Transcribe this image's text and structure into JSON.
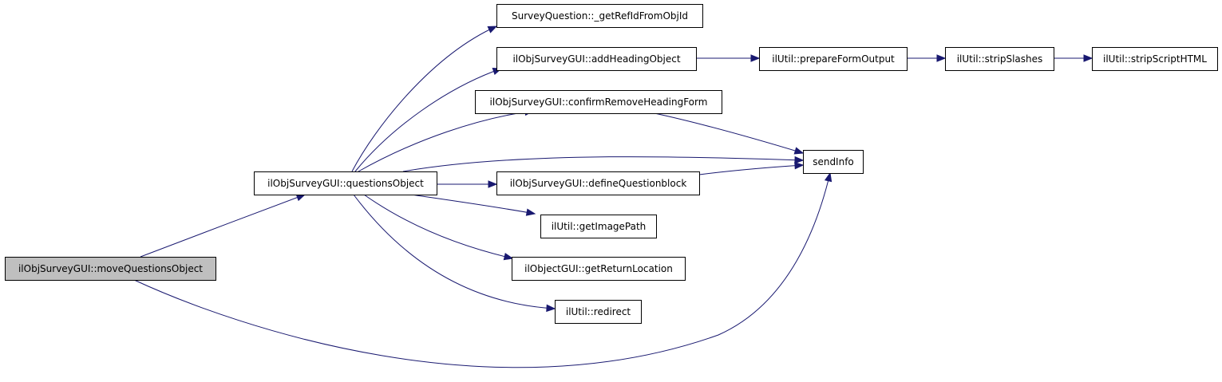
{
  "diagram": {
    "colors": {
      "edge": "#191970",
      "node_border": "#000000",
      "node_fill": "#ffffff",
      "highlight_fill": "#bfbfbf"
    },
    "nodes": [
      {
        "id": "moveQuestionsObject",
        "label": "ilObjSurveyGUI::moveQuestionsObject",
        "highlight": true
      },
      {
        "id": "questionsObject",
        "label": "ilObjSurveyGUI::questionsObject"
      },
      {
        "id": "getRefId",
        "label": "SurveyQuestion::_getRefIdFromObjId"
      },
      {
        "id": "addHeading",
        "label": "ilObjSurveyGUI::addHeadingObject"
      },
      {
        "id": "confirmRemove",
        "label": "ilObjSurveyGUI::confirmRemoveHeadingForm"
      },
      {
        "id": "defineQB",
        "label": "ilObjSurveyGUI::defineQuestionblock"
      },
      {
        "id": "getImagePath",
        "label": "ilUtil::getImagePath"
      },
      {
        "id": "getReturnLocation",
        "label": "ilObjectGUI::getReturnLocation"
      },
      {
        "id": "redirect",
        "label": "ilUtil::redirect"
      },
      {
        "id": "sendInfo",
        "label": "sendInfo"
      },
      {
        "id": "prepareFormOutput",
        "label": "ilUtil::prepareFormOutput"
      },
      {
        "id": "stripSlashes",
        "label": "ilUtil::stripSlashes"
      },
      {
        "id": "stripScriptHTML",
        "label": "ilUtil::stripScriptHTML"
      }
    ],
    "edges": [
      {
        "from": "moveQuestionsObject",
        "to": "questionsObject"
      },
      {
        "from": "moveQuestionsObject",
        "to": "sendInfo"
      },
      {
        "from": "questionsObject",
        "to": "getRefId"
      },
      {
        "from": "questionsObject",
        "to": "addHeading"
      },
      {
        "from": "questionsObject",
        "to": "confirmRemove"
      },
      {
        "from": "questionsObject",
        "to": "sendInfo"
      },
      {
        "from": "questionsObject",
        "to": "defineQB"
      },
      {
        "from": "questionsObject",
        "to": "getImagePath"
      },
      {
        "from": "questionsObject",
        "to": "getReturnLocation"
      },
      {
        "from": "questionsObject",
        "to": "redirect"
      },
      {
        "from": "addHeading",
        "to": "prepareFormOutput"
      },
      {
        "from": "confirmRemove",
        "to": "sendInfo"
      },
      {
        "from": "defineQB",
        "to": "sendInfo"
      },
      {
        "from": "prepareFormOutput",
        "to": "stripSlashes"
      },
      {
        "from": "stripSlashes",
        "to": "stripScriptHTML"
      }
    ]
  }
}
